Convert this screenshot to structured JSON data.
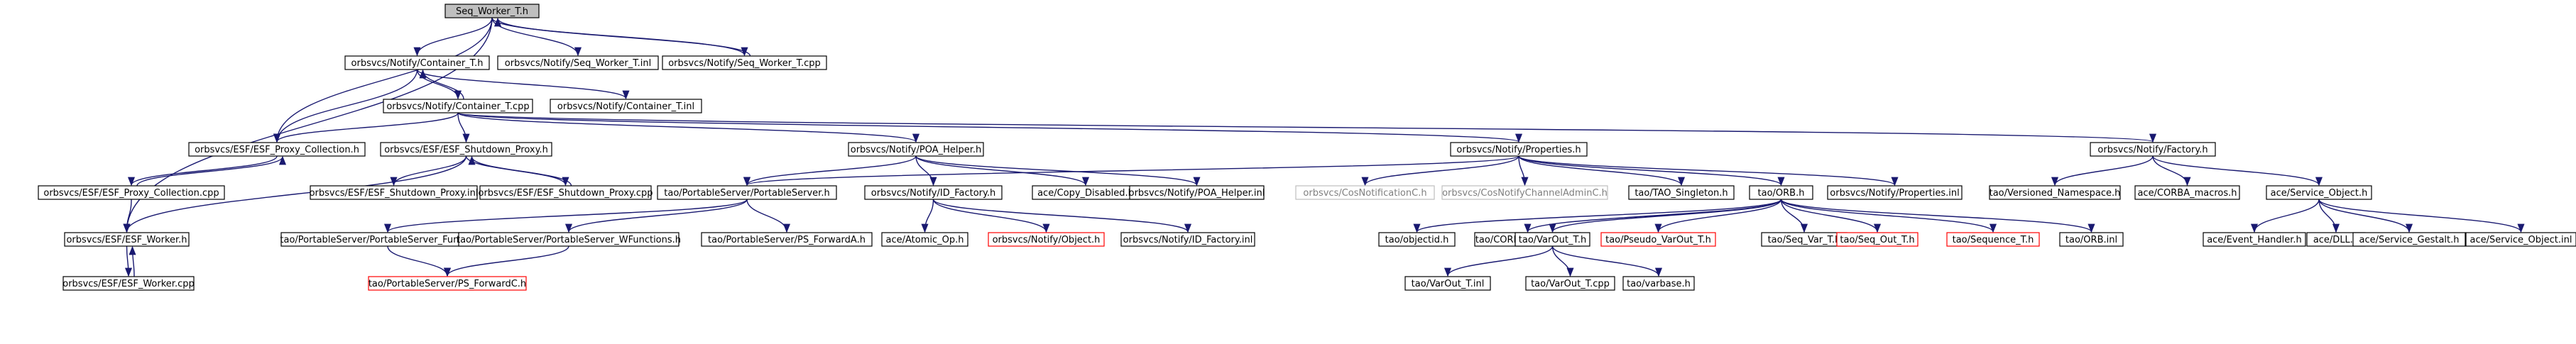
{
  "colors": {
    "edge": "#191970",
    "node_border": "#000000",
    "node_fill": "#ffffff",
    "root_fill": "#bfbfbf",
    "missing_border": "#ff0000",
    "external_border": "#bfbfbf",
    "external_text": "#7f7f7f"
  },
  "nodes": [
    {
      "id": "root",
      "label": "Seq_Worker_T.h",
      "kind": "root"
    },
    {
      "id": "container_h",
      "label": "orbsvcs/Notify/Container_T.h",
      "kind": "normal"
    },
    {
      "id": "seq_worker_inl",
      "label": "orbsvcs/Notify/Seq_Worker_T.inl",
      "kind": "normal"
    },
    {
      "id": "seq_worker_cpp",
      "label": "orbsvcs/Notify/Seq_Worker_T.cpp",
      "kind": "normal"
    },
    {
      "id": "container_cpp",
      "label": "orbsvcs/Notify/Container_T.cpp",
      "kind": "normal"
    },
    {
      "id": "container_inl",
      "label": "orbsvcs/Notify/Container_T.inl",
      "kind": "normal"
    },
    {
      "id": "proxy_collection_h",
      "label": "orbsvcs/ESF/ESF_Proxy_Collection.h",
      "kind": "normal"
    },
    {
      "id": "shutdown_proxy_h",
      "label": "orbsvcs/ESF/ESF_Shutdown_Proxy.h",
      "kind": "normal"
    },
    {
      "id": "poa_helper_h",
      "label": "orbsvcs/Notify/POA_Helper.h",
      "kind": "normal"
    },
    {
      "id": "properties_h",
      "label": "orbsvcs/Notify/Properties.h",
      "kind": "normal"
    },
    {
      "id": "factory_h",
      "label": "orbsvcs/Notify/Factory.h",
      "kind": "normal"
    },
    {
      "id": "proxy_collection_cpp",
      "label": "orbsvcs/ESF/ESF_Proxy_Collection.cpp",
      "kind": "normal"
    },
    {
      "id": "shutdown_proxy_inl",
      "label": "orbsvcs/ESF/ESF_Shutdown_Proxy.inl",
      "kind": "normal"
    },
    {
      "id": "shutdown_proxy_cpp",
      "label": "orbsvcs/ESF/ESF_Shutdown_Proxy.cpp",
      "kind": "normal"
    },
    {
      "id": "portable_server_h",
      "label": "tao/PortableServer/PortableServer.h",
      "kind": "normal"
    },
    {
      "id": "id_factory_h",
      "label": "orbsvcs/Notify/ID_Factory.h",
      "kind": "normal"
    },
    {
      "id": "copy_disabled_h",
      "label": "ace/Copy_Disabled.h",
      "kind": "normal"
    },
    {
      "id": "poa_helper_inl",
      "label": "orbsvcs/Notify/POA_Helper.inl",
      "kind": "normal"
    },
    {
      "id": "cos_notification_h",
      "label": "orbsvcs/CosNotificationC.h",
      "kind": "external"
    },
    {
      "id": "cos_notify_channel_admin_h",
      "label": "orbsvcs/CosNotifyChannelAdminC.h",
      "kind": "external"
    },
    {
      "id": "tao_singleton_h",
      "label": "tao/TAO_Singleton.h",
      "kind": "normal"
    },
    {
      "id": "orb_h",
      "label": "tao/ORB.h",
      "kind": "normal"
    },
    {
      "id": "properties_inl",
      "label": "orbsvcs/Notify/Properties.inl",
      "kind": "normal"
    },
    {
      "id": "versioned_namespace_h",
      "label": "tao/Versioned_Namespace.h",
      "kind": "normal"
    },
    {
      "id": "corba_macros_h",
      "label": "ace/CORBA_macros.h",
      "kind": "normal"
    },
    {
      "id": "service_object_h",
      "label": "ace/Service_Object.h",
      "kind": "normal"
    },
    {
      "id": "esf_worker_h",
      "label": "orbsvcs/ESF/ESF_Worker.h",
      "kind": "normal"
    },
    {
      "id": "ps_functions_h",
      "label": "tao/PortableServer/PortableServer_Functions.h",
      "kind": "normal"
    },
    {
      "id": "ps_wfunctions_h",
      "label": "tao/PortableServer/PortableServer_WFunctions.h",
      "kind": "normal"
    },
    {
      "id": "ps_forwarda_h",
      "label": "tao/PortableServer/PS_ForwardA.h",
      "kind": "normal"
    },
    {
      "id": "atomic_op_h",
      "label": "ace/Atomic_Op.h",
      "kind": "normal"
    },
    {
      "id": "notify_object_h",
      "label": "orbsvcs/Notify/Object.h",
      "kind": "missing"
    },
    {
      "id": "id_factory_inl",
      "label": "orbsvcs/Notify/ID_Factory.inl",
      "kind": "normal"
    },
    {
      "id": "objectid_h",
      "label": "tao/objectid.h",
      "kind": "normal"
    },
    {
      "id": "corba_methods_h",
      "label": "tao/CORBA_methods.h",
      "kind": "normal"
    },
    {
      "id": "varout_h",
      "label": "tao/VarOut_T.h",
      "kind": "normal"
    },
    {
      "id": "pseudo_varout_h",
      "label": "tao/Pseudo_VarOut_T.h",
      "kind": "missing"
    },
    {
      "id": "seq_var_h",
      "label": "tao/Seq_Var_T.h",
      "kind": "normal"
    },
    {
      "id": "seq_out_h",
      "label": "tao/Seq_Out_T.h",
      "kind": "missing"
    },
    {
      "id": "sequence_h",
      "label": "tao/Sequence_T.h",
      "kind": "missing"
    },
    {
      "id": "orb_inl",
      "label": "tao/ORB.inl",
      "kind": "normal"
    },
    {
      "id": "event_handler_h",
      "label": "ace/Event_Handler.h",
      "kind": "normal"
    },
    {
      "id": "dll_h",
      "label": "ace/DLL.h",
      "kind": "normal"
    },
    {
      "id": "service_gestalt_h",
      "label": "ace/Service_Gestalt.h",
      "kind": "normal"
    },
    {
      "id": "service_object_inl",
      "label": "ace/Service_Object.inl",
      "kind": "normal"
    },
    {
      "id": "esf_worker_cpp",
      "label": "orbsvcs/ESF/ESF_Worker.cpp",
      "kind": "normal"
    },
    {
      "id": "ps_forwardc_h",
      "label": "tao/PortableServer/PS_ForwardC.h",
      "kind": "missing"
    },
    {
      "id": "varout_inl",
      "label": "tao/VarOut_T.inl",
      "kind": "normal"
    },
    {
      "id": "varout_cpp",
      "label": "tao/VarOut_T.cpp",
      "kind": "normal"
    },
    {
      "id": "varbase_h",
      "label": "tao/varbase.h",
      "kind": "normal"
    }
  ],
  "edges": [
    [
      "root",
      "container_h"
    ],
    [
      "root",
      "seq_worker_inl"
    ],
    [
      "root",
      "seq_worker_cpp"
    ],
    [
      "root",
      "proxy_collection_h"
    ],
    [
      "root",
      "esf_worker_h"
    ],
    [
      "seq_worker_cpp",
      "root"
    ],
    [
      "container_h",
      "container_cpp"
    ],
    [
      "container_h",
      "container_inl"
    ],
    [
      "container_h",
      "proxy_collection_h"
    ],
    [
      "container_cpp",
      "container_h"
    ],
    [
      "container_cpp",
      "proxy_collection_h"
    ],
    [
      "container_cpp",
      "shutdown_proxy_h"
    ],
    [
      "container_cpp",
      "poa_helper_h"
    ],
    [
      "container_cpp",
      "properties_h"
    ],
    [
      "container_cpp",
      "factory_h"
    ],
    [
      "proxy_collection_h",
      "proxy_collection_cpp"
    ],
    [
      "proxy_collection_cpp",
      "proxy_collection_h"
    ],
    [
      "proxy_collection_cpp",
      "esf_worker_h"
    ],
    [
      "shutdown_proxy_h",
      "esf_worker_h"
    ],
    [
      "shutdown_proxy_h",
      "shutdown_proxy_inl"
    ],
    [
      "shutdown_proxy_h",
      "shutdown_proxy_cpp"
    ],
    [
      "shutdown_proxy_cpp",
      "shutdown_proxy_h"
    ],
    [
      "poa_helper_h",
      "portable_server_h"
    ],
    [
      "poa_helper_h",
      "id_factory_h"
    ],
    [
      "poa_helper_h",
      "copy_disabled_h"
    ],
    [
      "poa_helper_h",
      "poa_helper_inl"
    ],
    [
      "properties_h",
      "portable_server_h"
    ],
    [
      "properties_h",
      "cos_notification_h"
    ],
    [
      "properties_h",
      "cos_notify_channel_admin_h"
    ],
    [
      "properties_h",
      "tao_singleton_h"
    ],
    [
      "properties_h",
      "orb_h"
    ],
    [
      "properties_h",
      "properties_inl"
    ],
    [
      "factory_h",
      "versioned_namespace_h"
    ],
    [
      "factory_h",
      "corba_macros_h"
    ],
    [
      "factory_h",
      "service_object_h"
    ],
    [
      "esf_worker_h",
      "esf_worker_cpp"
    ],
    [
      "esf_worker_cpp",
      "esf_worker_h"
    ],
    [
      "portable_server_h",
      "ps_functions_h"
    ],
    [
      "portable_server_h",
      "ps_wfunctions_h"
    ],
    [
      "portable_server_h",
      "ps_forwarda_h"
    ],
    [
      "id_factory_h",
      "atomic_op_h"
    ],
    [
      "id_factory_h",
      "notify_object_h"
    ],
    [
      "id_factory_h",
      "id_factory_inl"
    ],
    [
      "orb_h",
      "objectid_h"
    ],
    [
      "orb_h",
      "corba_methods_h"
    ],
    [
      "orb_h",
      "varout_h"
    ],
    [
      "orb_h",
      "pseudo_varout_h"
    ],
    [
      "orb_h",
      "seq_var_h"
    ],
    [
      "orb_h",
      "seq_out_h"
    ],
    [
      "orb_h",
      "sequence_h"
    ],
    [
      "orb_h",
      "orb_inl"
    ],
    [
      "service_object_h",
      "event_handler_h"
    ],
    [
      "service_object_h",
      "dll_h"
    ],
    [
      "service_object_h",
      "service_gestalt_h"
    ],
    [
      "service_object_h",
      "service_object_inl"
    ],
    [
      "ps_functions_h",
      "ps_forwardc_h"
    ],
    [
      "ps_wfunctions_h",
      "ps_forwardc_h"
    ],
    [
      "varout_h",
      "varout_inl"
    ],
    [
      "varout_h",
      "varout_cpp"
    ],
    [
      "varout_h",
      "varbase_h"
    ]
  ]
}
